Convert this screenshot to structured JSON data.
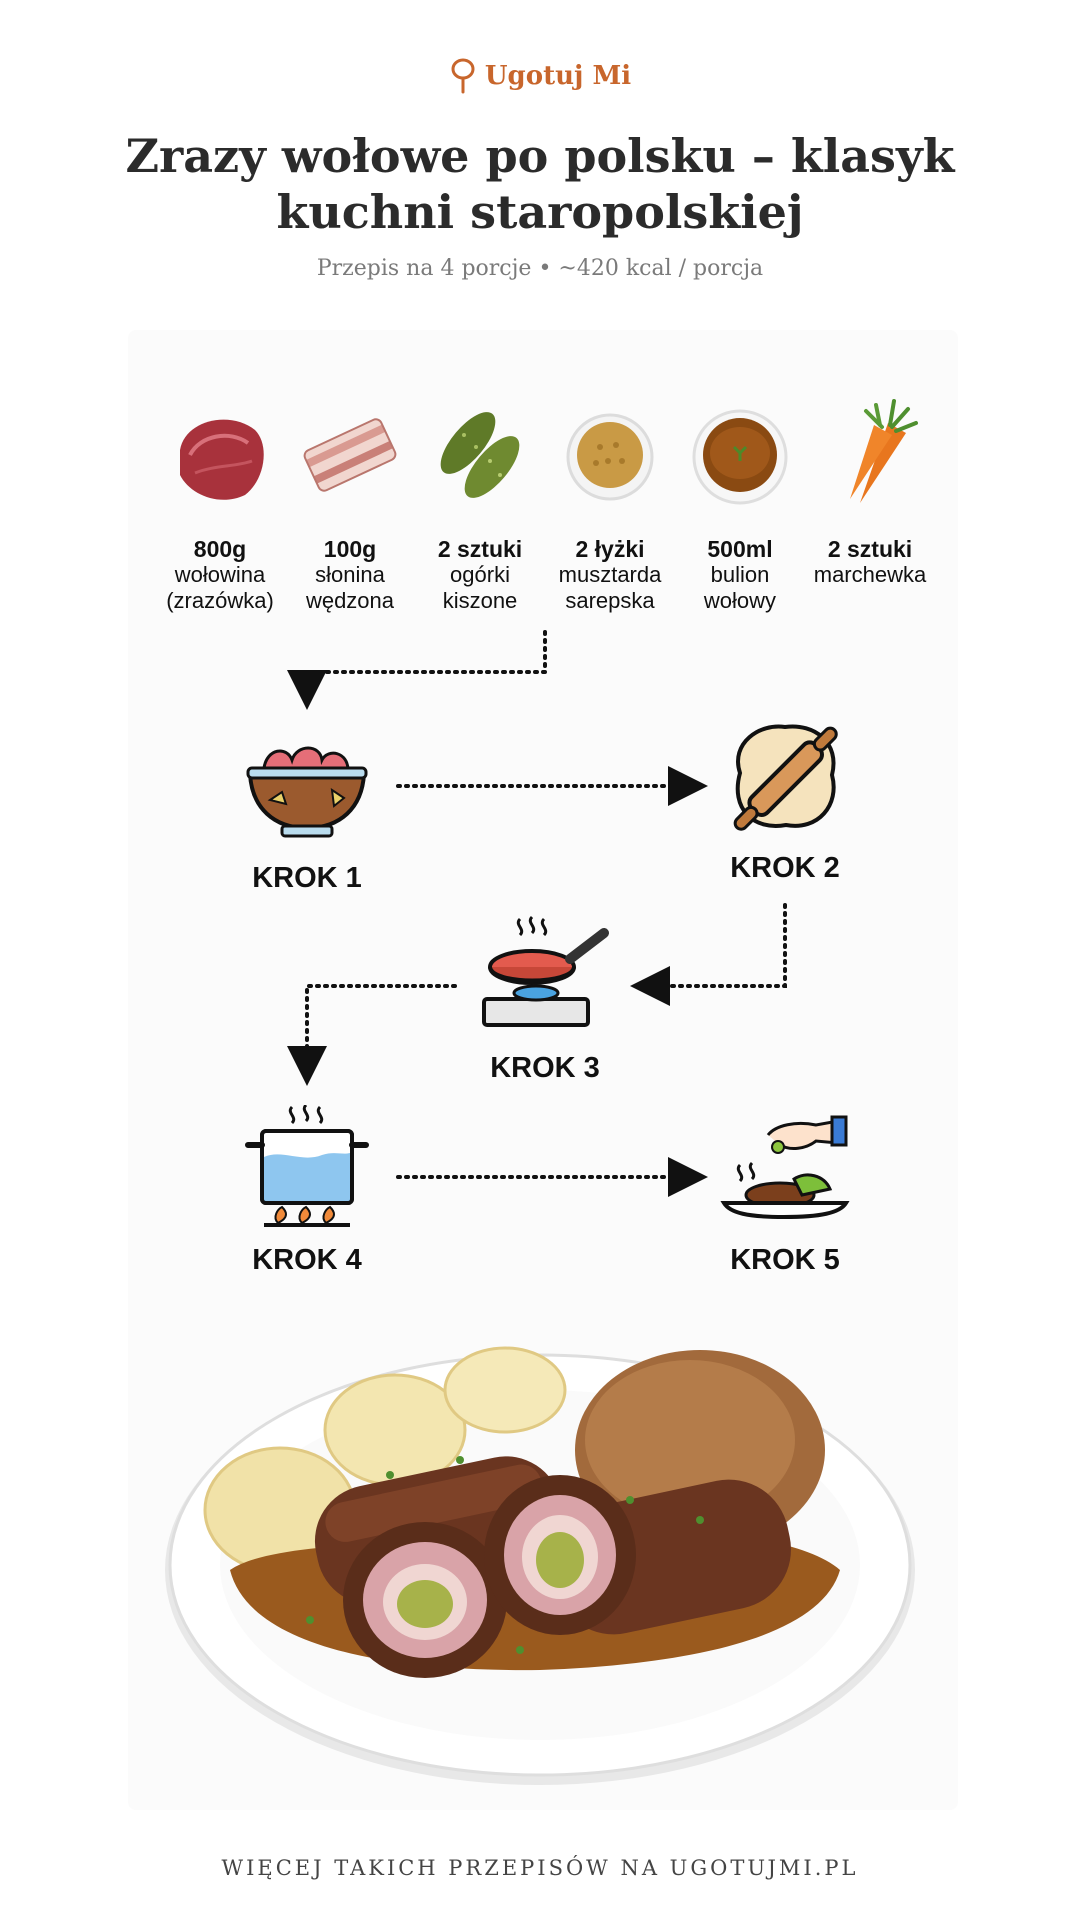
{
  "brand": {
    "name": "Ugotuj Mi",
    "icon": "spoon-pin-icon",
    "color": "#c8662c"
  },
  "recipe": {
    "title": "Zrazy wołowe po polsku – klasyk kuchni staropolskiej",
    "subtitle": "Przepis na 4 porcje • ~420 kcal / porcja"
  },
  "ingredients": [
    {
      "amount": "800g",
      "name_line1": "wołowina",
      "name_line2": "(zrazówka)",
      "icon": "beef-icon"
    },
    {
      "amount": "100g",
      "name_line1": "słonina",
      "name_line2": "wędzona",
      "icon": "bacon-icon"
    },
    {
      "amount": "2 sztuki",
      "name_line1": "ogórki",
      "name_line2": "kiszone",
      "icon": "pickles-icon"
    },
    {
      "amount": "2 łyżki",
      "name_line1": "musztarda",
      "name_line2": "sarepska",
      "icon": "mustard-icon"
    },
    {
      "amount": "500ml",
      "name_line1": "bulion",
      "name_line2": "wołowy",
      "icon": "broth-icon"
    },
    {
      "amount": "2 sztuki",
      "name_line1": "marchewka",
      "name_line2": "",
      "icon": "carrot-icon"
    }
  ],
  "steps": [
    {
      "label": "KROK 1",
      "icon": "marinade-bowl-icon"
    },
    {
      "label": "KROK 2",
      "icon": "rolling-pin-icon"
    },
    {
      "label": "KROK 3",
      "icon": "frying-pan-icon"
    },
    {
      "label": "KROK 4",
      "icon": "boiling-pot-icon"
    },
    {
      "label": "KROK 5",
      "icon": "serving-plate-icon"
    }
  ],
  "footer": {
    "text": "WIĘCEJ TAKICH PRZEPISÓW NA UGOTUJMI.PL"
  }
}
